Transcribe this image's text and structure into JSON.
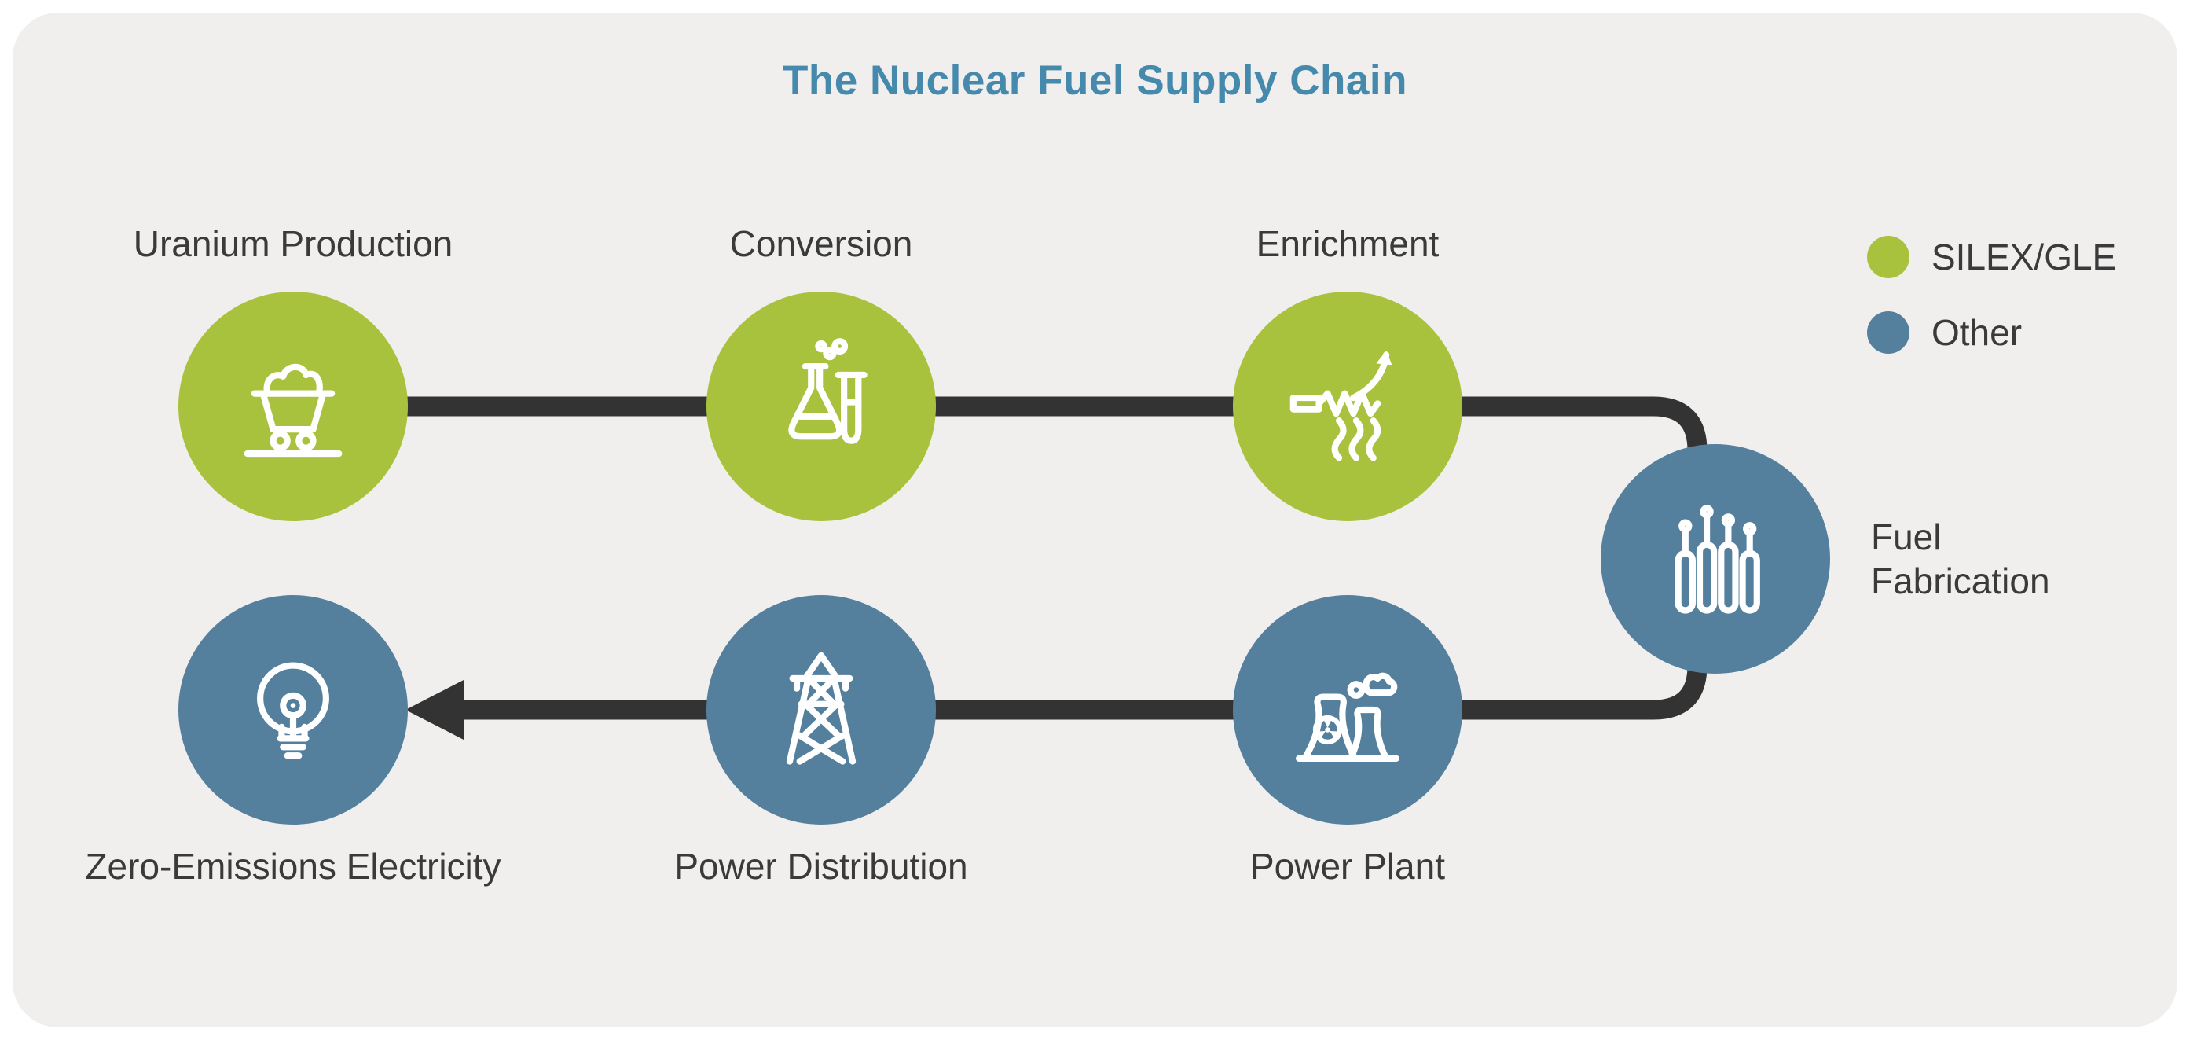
{
  "title": "The Nuclear Fuel Supply Chain",
  "legend": {
    "items": [
      {
        "label": "SILEX/GLE",
        "color": "#a9c23d"
      },
      {
        "label": "Other",
        "color": "#54809e"
      }
    ]
  },
  "nodes": [
    {
      "label": "Uranium Production",
      "icon": "mine-cart-icon",
      "category": "SILEX/GLE"
    },
    {
      "label": "Conversion",
      "icon": "chemistry-flask-icon",
      "category": "SILEX/GLE"
    },
    {
      "label": "Enrichment",
      "icon": "laser-arrow-icon",
      "category": "SILEX/GLE"
    },
    {
      "label": "Fuel Fabrication",
      "icon": "fuel-rods-icon",
      "category": "Other"
    },
    {
      "label": "Power Plant",
      "icon": "nuclear-plant-icon",
      "category": "Other"
    },
    {
      "label": "Power Distribution",
      "icon": "transmission-tower-icon",
      "category": "Other"
    },
    {
      "label": "Zero-Emissions Electricity",
      "icon": "lightbulb-icon",
      "category": "Other"
    }
  ],
  "flow": [
    "Uranium Production",
    "Conversion",
    "Enrichment",
    "Fuel Fabrication",
    "Power Plant",
    "Power Distribution",
    "Zero-Emissions Electricity"
  ],
  "colors": {
    "panel_bg": "#f0efed",
    "title_color": "#4589ad",
    "silex_green": "#a9c23d",
    "other_blue": "#54809e",
    "connector_color": "#333333",
    "label_color": "#3a3a3a"
  }
}
